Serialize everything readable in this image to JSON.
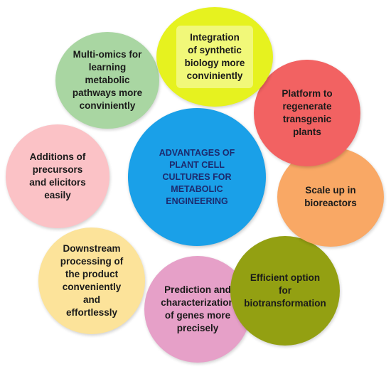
{
  "center": {
    "text": "ADVANTAGES OF\nPLANT CELL\nCULTURES FOR\nMETABOLIC\nENGINEERING",
    "color": "#1aa0e8"
  },
  "items": [
    {
      "text": "Integration\nof synthetic\nbiology more\nconviniently",
      "color": "#e6f21f"
    },
    {
      "text": "Platform to\nregenerate\ntransgenic\nplants",
      "color": "#f26262"
    },
    {
      "text": "Scale up in\nbioreactors",
      "color": "#f9a865"
    },
    {
      "text": "Efficient option\nfor\nbiotransformation",
      "color": "#93a012"
    },
    {
      "text": "Prediction and\ncharacterization\nof genes more\nprecisely",
      "color": "#e6a0c8"
    },
    {
      "text": "Downstream\nprocessing of\nthe product\nconveniently\nand\neffortlessly",
      "color": "#fce39a"
    },
    {
      "text": "Additions of\nprecursors\nand elicitors\neasily",
      "color": "#fbc2c6"
    },
    {
      "text": "Multi-omics for\nlearning\nmetabolic\npathways more\nconviniently",
      "color": "#a9d6a2"
    }
  ]
}
